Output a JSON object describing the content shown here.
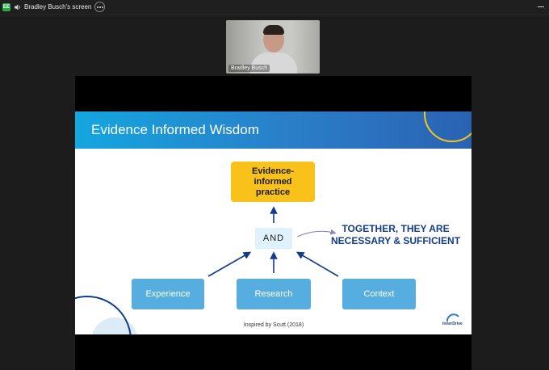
{
  "meeting": {
    "share_badge": "EE",
    "share_title": "Bradley Busch's screen"
  },
  "video": {
    "participant_name": "Bradley Busch"
  },
  "slide": {
    "title": "Evidence Informed Wisdom",
    "top_box": "Evidence-\ninformed\npractice",
    "middle_box": "AND",
    "callout": "TOGETHER, THEY ARE\nNECESSARY & SUFFICIENT",
    "bottom_boxes": [
      "Experience",
      "Research",
      "Context"
    ],
    "footer": "Inspired by Scutt (2018)",
    "logo": "InnerDrive"
  },
  "colors": {
    "header_start": "#14a6df",
    "header_end": "#2a62b3",
    "highlight_yellow": "#f8c21a",
    "box_blue": "#56aee0",
    "navy": "#123c8c"
  },
  "icons": [
    "share-status-icon",
    "speaker-icon",
    "more-options-icon",
    "minimize-icon"
  ]
}
